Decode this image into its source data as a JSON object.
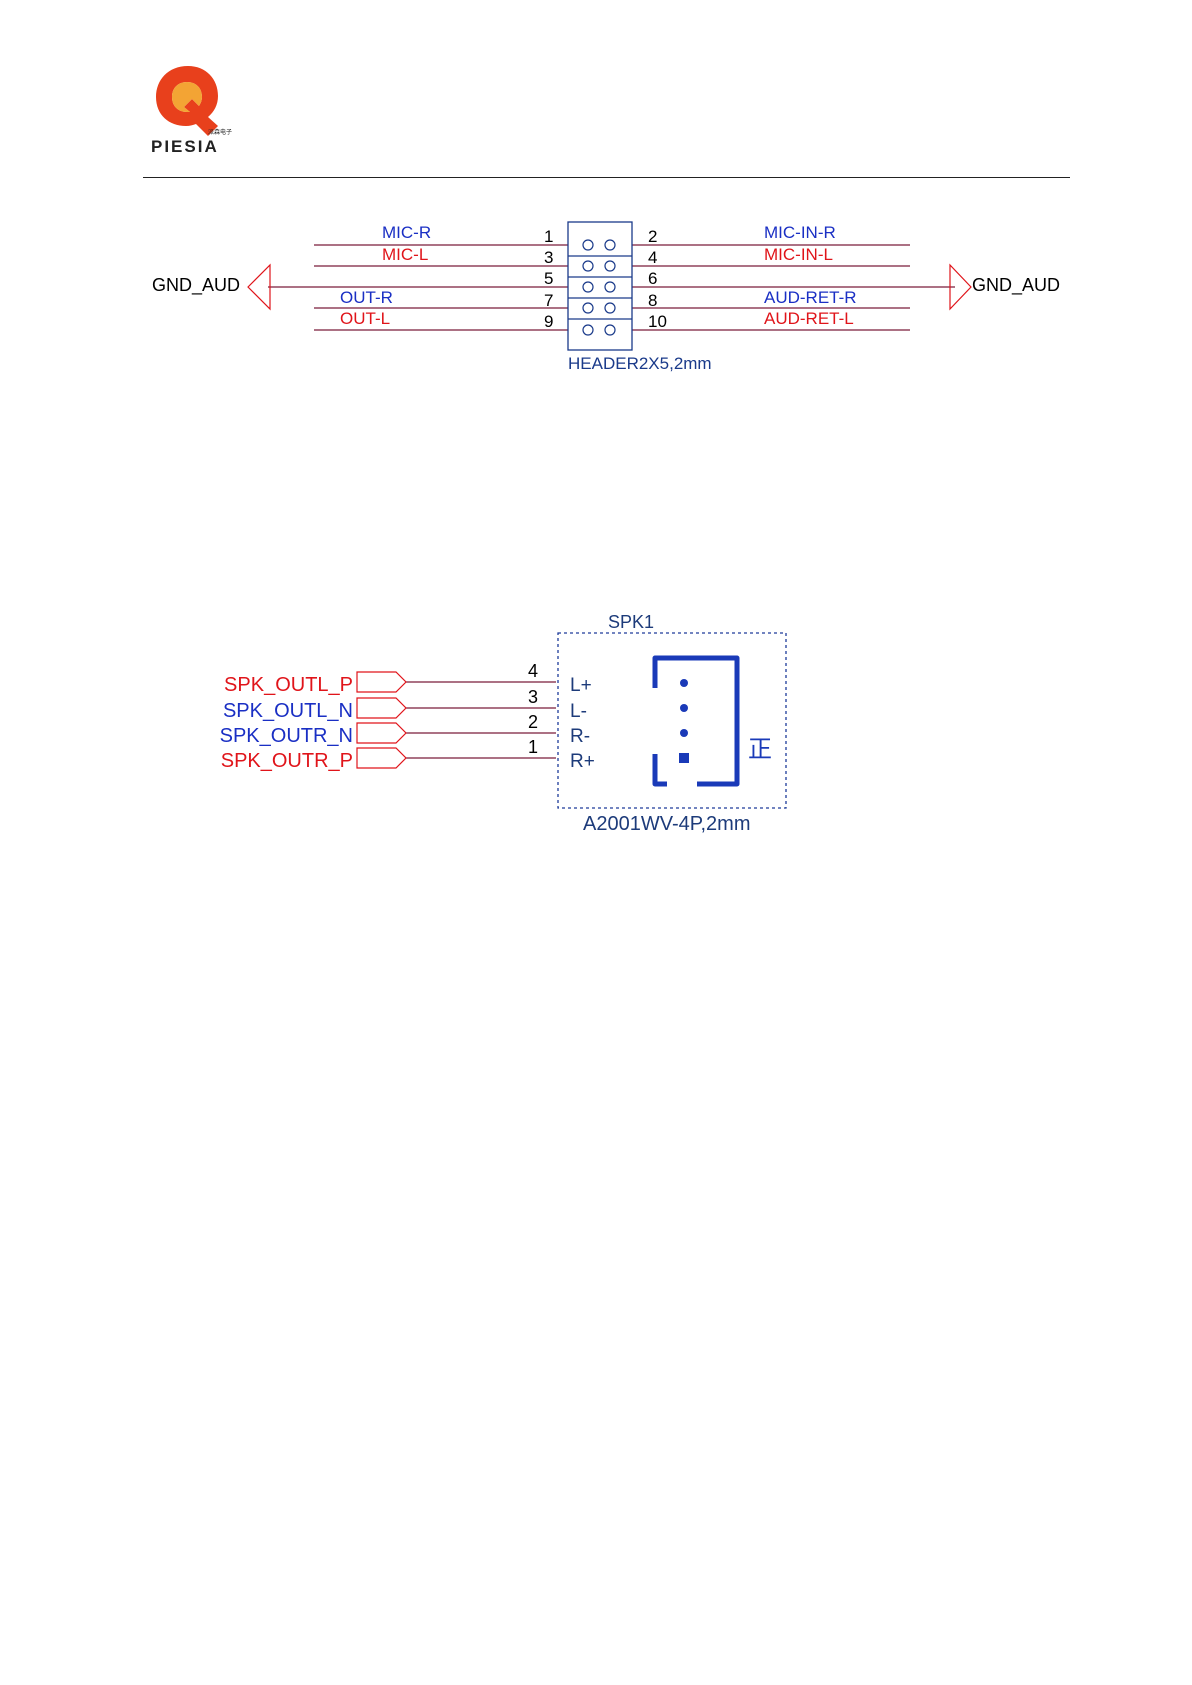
{
  "page": {
    "logo": {
      "icon": "piesia-q-logo",
      "wordmark": "PIESIA",
      "sub_caption": "派森电子",
      "colors": {
        "outer": "#e8401c",
        "inner": "#f29a1e",
        "text": "#222222"
      }
    }
  },
  "audio_header": {
    "part_label": "HEADER2X5,2mm",
    "ground_label_left": "GND_AUD",
    "ground_label_right": "GND_AUD",
    "left_nets": [
      {
        "name": "MIC-R",
        "pin": "1",
        "color": "#1a2fc4"
      },
      {
        "name": "MIC-L",
        "pin": "3",
        "color": "#e0141a"
      },
      {
        "name": "",
        "pin": "5",
        "color": "#000000"
      },
      {
        "name": "OUT-R",
        "pin": "7",
        "color": "#1a2fc4"
      },
      {
        "name": "OUT-L",
        "pin": "9",
        "color": "#e0141a"
      }
    ],
    "right_nets": [
      {
        "name": "MIC-IN-R",
        "pin": "2",
        "color": "#1a2fc4"
      },
      {
        "name": "MIC-IN-L",
        "pin": "4",
        "color": "#e0141a"
      },
      {
        "name": "",
        "pin": "6",
        "color": "#000000"
      },
      {
        "name": "AUD-RET-R",
        "pin": "8",
        "color": "#1a2fc4"
      },
      {
        "name": "AUD-RET-L",
        "pin": "10",
        "color": "#e0141a"
      }
    ],
    "colors": {
      "wire": "#7a1c3a",
      "body": "#1a3a8a"
    }
  },
  "speaker_connector": {
    "designator": "SPK1",
    "part_label": "A2001WV-4P,2mm",
    "polarity_mark": "正",
    "ports": [
      {
        "net": "SPK_OUTL_P",
        "color": "#e0141a",
        "pin": "4",
        "label": "L+"
      },
      {
        "net": "SPK_OUTL_N",
        "color": "#1a2fc4",
        "pin": "3",
        "label": "L-"
      },
      {
        "net": "SPK_OUTR_N",
        "color": "#1a2fc4",
        "pin": "2",
        "label": "R-"
      },
      {
        "net": "SPK_OUTR_P",
        "color": "#e0141a",
        "pin": "1",
        "label": "R+"
      }
    ],
    "colors": {
      "outline": "#1d3b9a",
      "body": "#1a3ab8"
    }
  }
}
